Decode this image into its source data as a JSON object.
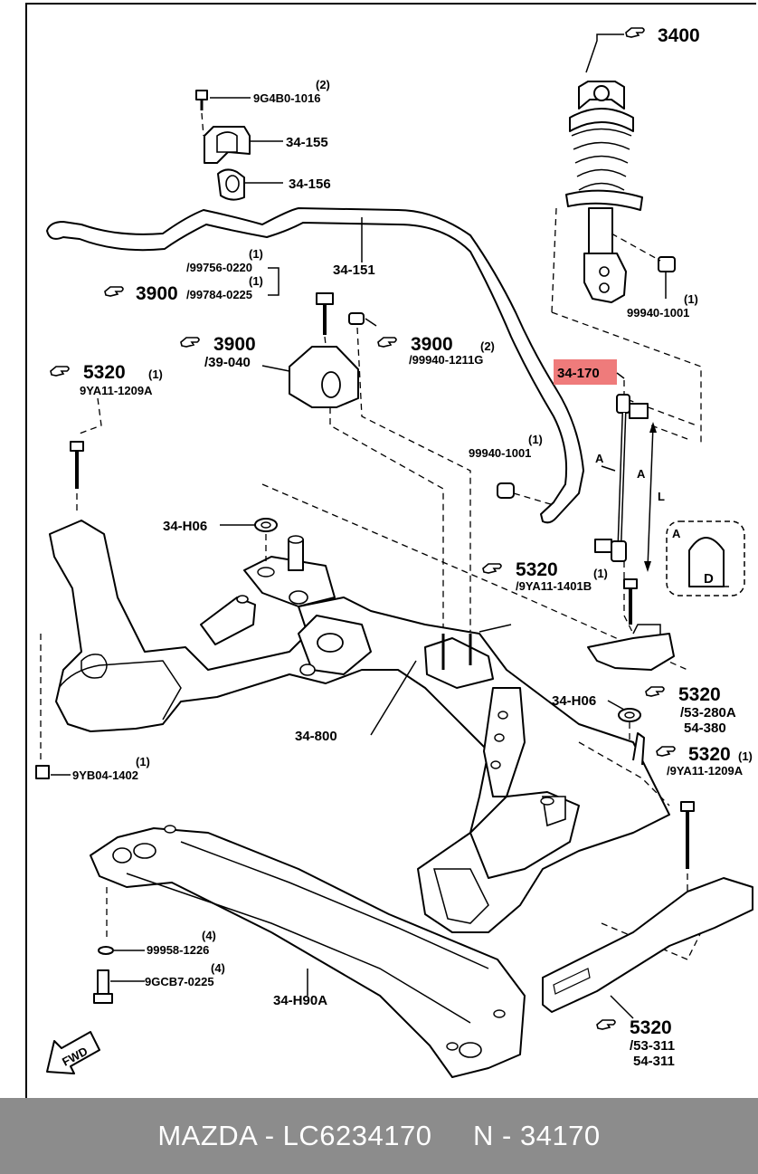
{
  "diagram": {
    "labels": {
      "ref_3400": "3400",
      "bolt_9g4b0": "9G4B0-1016",
      "bolt_9g4b0_qty": "(2)",
      "bracket_34155": "34-155",
      "bushing_34156": "34-156",
      "stabilizer_34151": "34-151",
      "qty_99756": "(1)",
      "bolt_99756": "/99756-0220",
      "qty_99784": "(1)",
      "ref_3900_a": "3900",
      "bolt_99784": "/99784-0225",
      "ref_3900_b": "3900",
      "ref_3900_b_sub": "/39-040",
      "ref_3900_c": "3900",
      "ref_3900_c_qty": "(2)",
      "ref_3900_c_sub": "/99940-1211G",
      "nut_99940_1001_right_qty": "(1)",
      "nut_99940_1001_right": "99940-1001",
      "ref_5320_a": "5320",
      "ref_5320_a_qty": "(1)",
      "ref_5320_a_sub": "9YA11-1209A",
      "link_34170": "34-170",
      "nut_99940_1001_mid_qty": "(1)",
      "nut_99940_1001_mid": "99940-1001",
      "dim_a1": "A",
      "dim_a2": "A",
      "dim_l": "L",
      "detail_a": "A",
      "detail_d": "D",
      "washer_34h06_a": "34-H06",
      "ref_5320_b": "5320",
      "ref_5320_b_qty": "(1)",
      "ref_5320_b_sub": "/9YA11-1401B",
      "crossmember_34800": "34-800",
      "washer_34h06_b": "34-H06",
      "ref_5320_c": "5320",
      "ref_5320_c_sub1": "/53-280A",
      "ref_5320_c_sub2": "54-380",
      "ref_5320_d": "5320",
      "ref_5320_d_qty": "(1)",
      "ref_5320_d_sub": "/9YA11-1209A",
      "nut_9yb04_qty": "(1)",
      "nut_9yb04": "9YB04-1402",
      "washer_99958_qty": "(4)",
      "washer_99958": "99958-1226",
      "bolt_9gcb7_qty": "(4)",
      "bolt_9gcb7": "9GCB7-0225",
      "crossmember_34h90a": "34-H90A",
      "fwd": "FWD",
      "ref_5320_e": "5320",
      "ref_5320_e_sub1": "/53-311",
      "ref_5320_e_sub2": "54-311"
    },
    "highlight_color": "#ef7b7b",
    "footer_text": "MAZDA - LC6234170     N - 34170",
    "footer_color": "#8c8c8c"
  }
}
